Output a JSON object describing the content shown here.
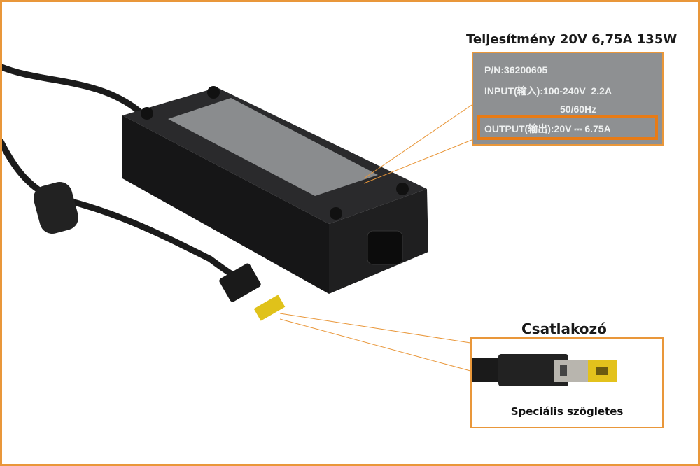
{
  "callout_power": {
    "title": "Teljesítmény 20V 6,75A 135W",
    "pn": "P/N:36200605",
    "input": "INPUT(输入):100-240V  2.2A",
    "freq": "50/60Hz",
    "output": "OUTPUT(输出):20V ⎓ 6.75A"
  },
  "callout_connector": {
    "title": "Csatlakozó",
    "caption": "Speciális szögletes"
  },
  "colors": {
    "accent": "#e9973a",
    "label_gray": "#8e9092",
    "highlight": "#e87b15"
  }
}
